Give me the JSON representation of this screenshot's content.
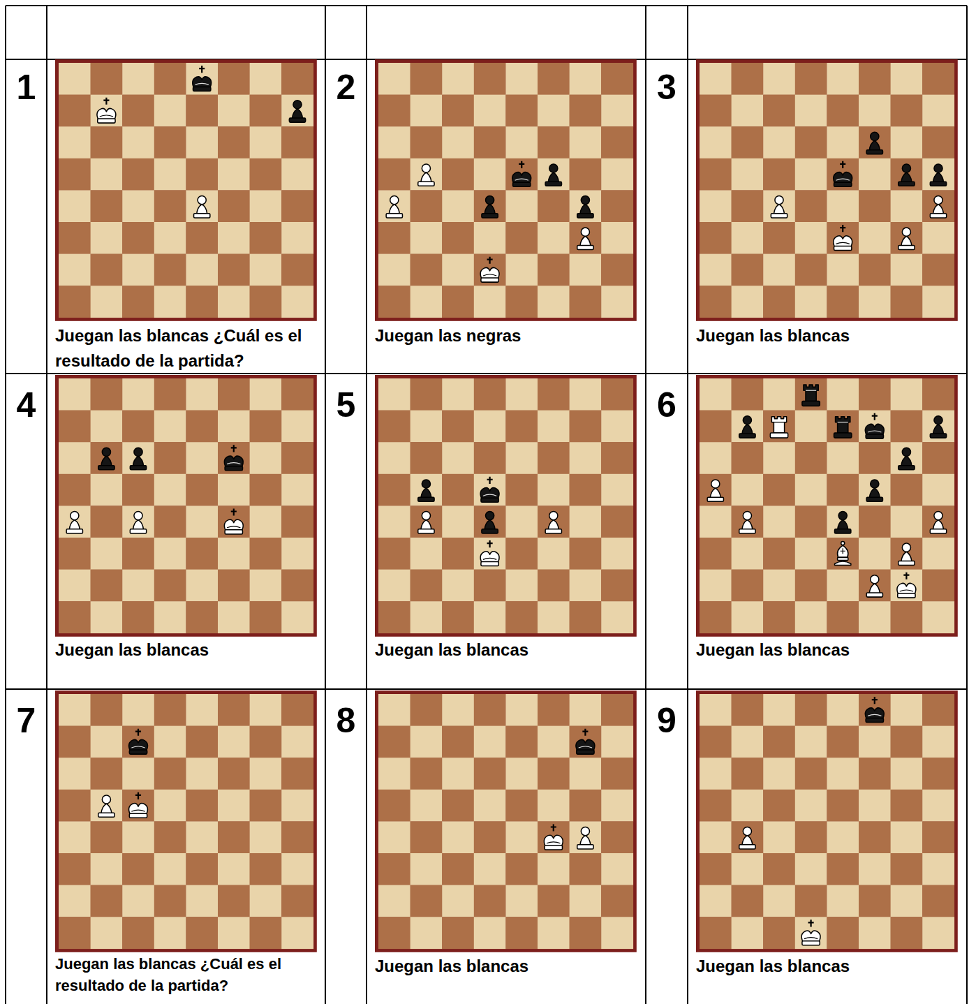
{
  "diagram": {
    "labels": [
      "1",
      "2",
      "3",
      "Juegan las blancas ¿Cuál es el resultado de la partida?",
      "Juegan las negras",
      "Juegan las blancas",
      "4",
      "5",
      "6",
      "Juegan las blancas",
      "Juegan las blancas",
      "Juegan las blancas",
      "7",
      "8",
      "9",
      "Juegan las blancas ¿Cuál es el resultado de la partida?",
      "Juegan las blancas",
      "Juegan las blancas"
    ]
  }
}
